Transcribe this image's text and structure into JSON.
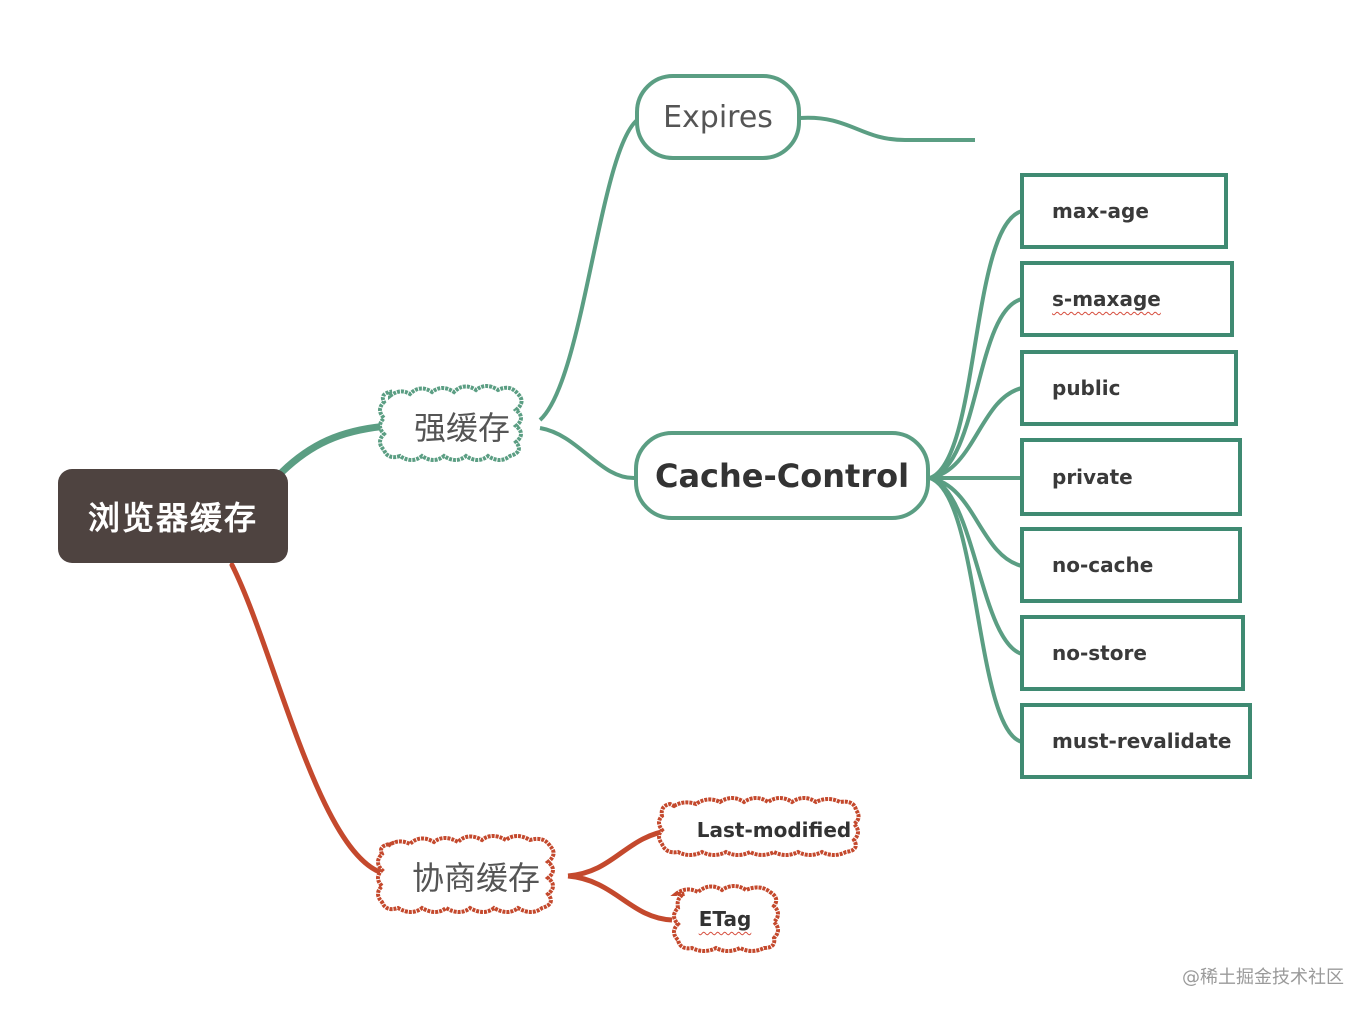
{
  "root": {
    "label": "浏览器缓存"
  },
  "strong_cache": {
    "label": "强缓存",
    "children": {
      "expires": "Expires",
      "cache_control": {
        "label": "Cache-Control",
        "directives": [
          "max-age",
          "s-maxage",
          "public",
          "private",
          "no-cache",
          "no-store",
          "must-revalidate"
        ]
      }
    }
  },
  "negotiated_cache": {
    "label": "协商缓存",
    "children": [
      "Last-modified",
      "ETag"
    ]
  },
  "watermark": "@稀土掘金技术社区",
  "colors": {
    "root_fill": "#4e4340",
    "green": "#5b9e83",
    "green_dark": "#3f8a72",
    "red": "#c4492d"
  }
}
